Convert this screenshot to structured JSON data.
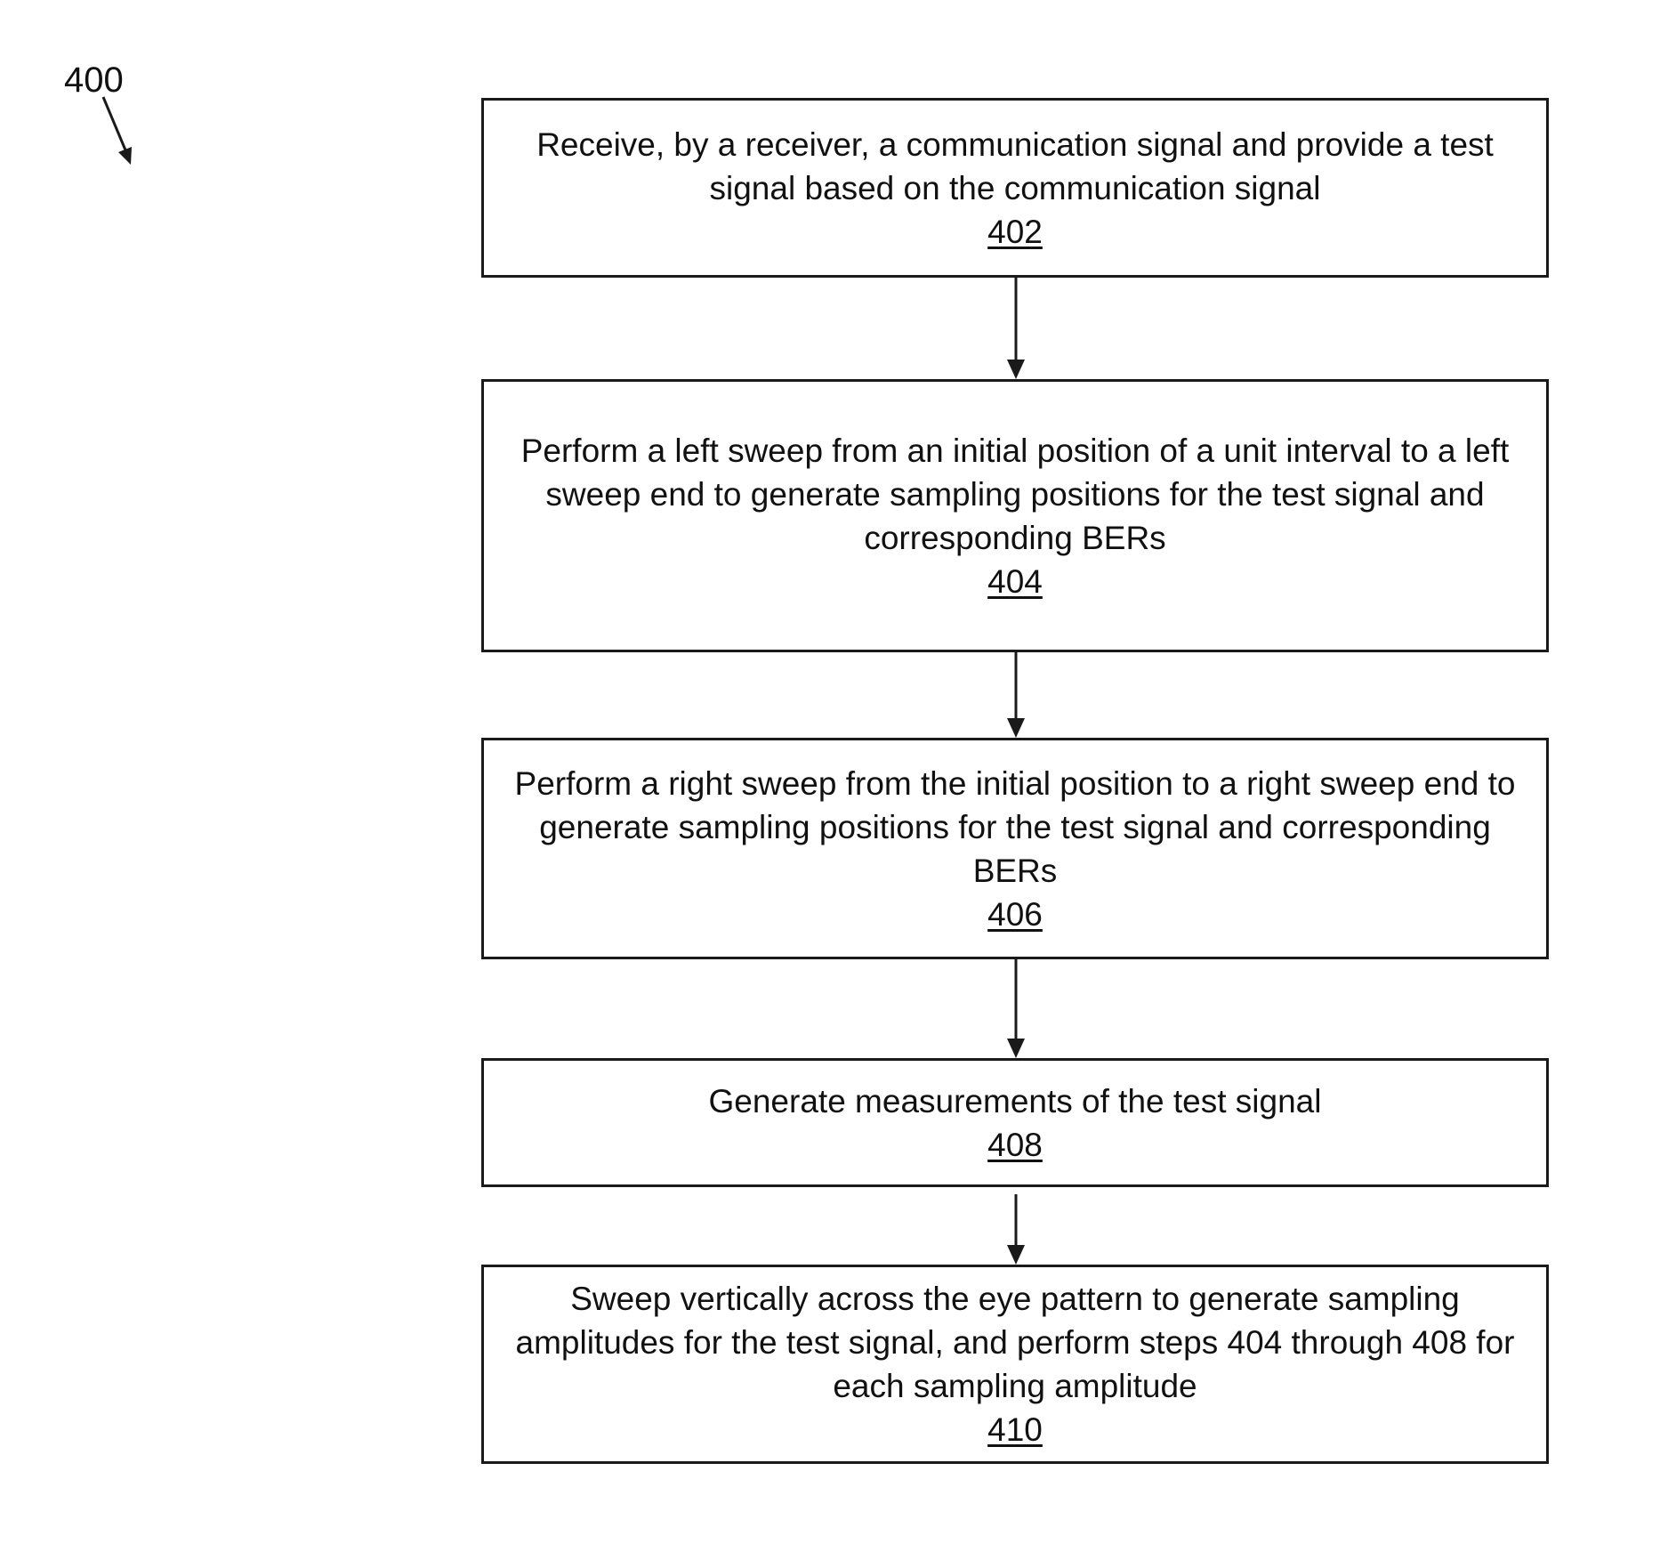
{
  "figure": {
    "label": "400"
  },
  "steps": [
    {
      "text": "Receive, by a receiver, a communication signal and provide a test signal based on the communication signal",
      "ref": "402"
    },
    {
      "text": "Perform a left sweep from an initial position of a unit interval to a left sweep end to generate sampling positions for the test signal and corresponding BERs",
      "ref": "404"
    },
    {
      "text": "Perform a right sweep from the initial position to a right sweep end to generate sampling positions for the test signal and corresponding BERs",
      "ref": "406"
    },
    {
      "text": "Generate measurements of the test signal",
      "ref": "408"
    },
    {
      "text": "Sweep vertically across the eye pattern to generate sampling amplitudes for the test signal, and perform steps 404 through 408 for each sampling amplitude",
      "ref": "410"
    }
  ],
  "colors": {
    "line": "#1a1a1a",
    "background": "#ffffff"
  }
}
